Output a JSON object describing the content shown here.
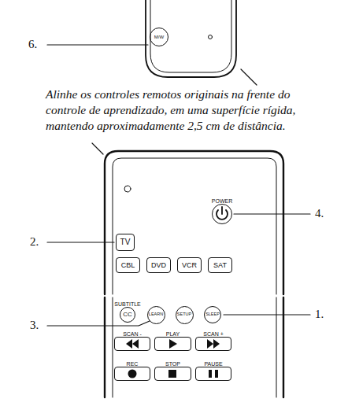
{
  "diagram": {
    "nodes": [
      {
        "text": [
          "M/W"
        ]
      },
      {
        "text": [
          "POWER"
        ]
      },
      {
        "text": [
          "TV"
        ]
      },
      {
        "text": [
          "CBL"
        ]
      },
      {
        "text": [
          "DVD"
        ]
      },
      {
        "text": [
          "VCR"
        ]
      },
      {
        "text": [
          "SAT"
        ]
      },
      {
        "text": [
          "SUBTITLE",
          "CC"
        ]
      },
      {
        "text": [
          "LEARN"
        ]
      },
      {
        "text": [
          "SETUP"
        ]
      },
      {
        "text": [
          "SLEEP"
        ]
      },
      {
        "text": [
          "SCAN -"
        ]
      },
      {
        "text": [
          "PLAY"
        ]
      },
      {
        "text": [
          "SCAN +"
        ]
      },
      {
        "text": [
          "REC"
        ]
      },
      {
        "text": [
          "STOP"
        ]
      },
      {
        "text": [
          "PAUSE"
        ]
      }
    ],
    "labels": [
      "6.",
      "Alinhe os controles remotos originais na frente do controle de aprendizado, em uma superfície rígida, mantendo aproximadamente 2,5 cm de distância.",
      "4.",
      "2.",
      "3.",
      "1."
    ]
  }
}
